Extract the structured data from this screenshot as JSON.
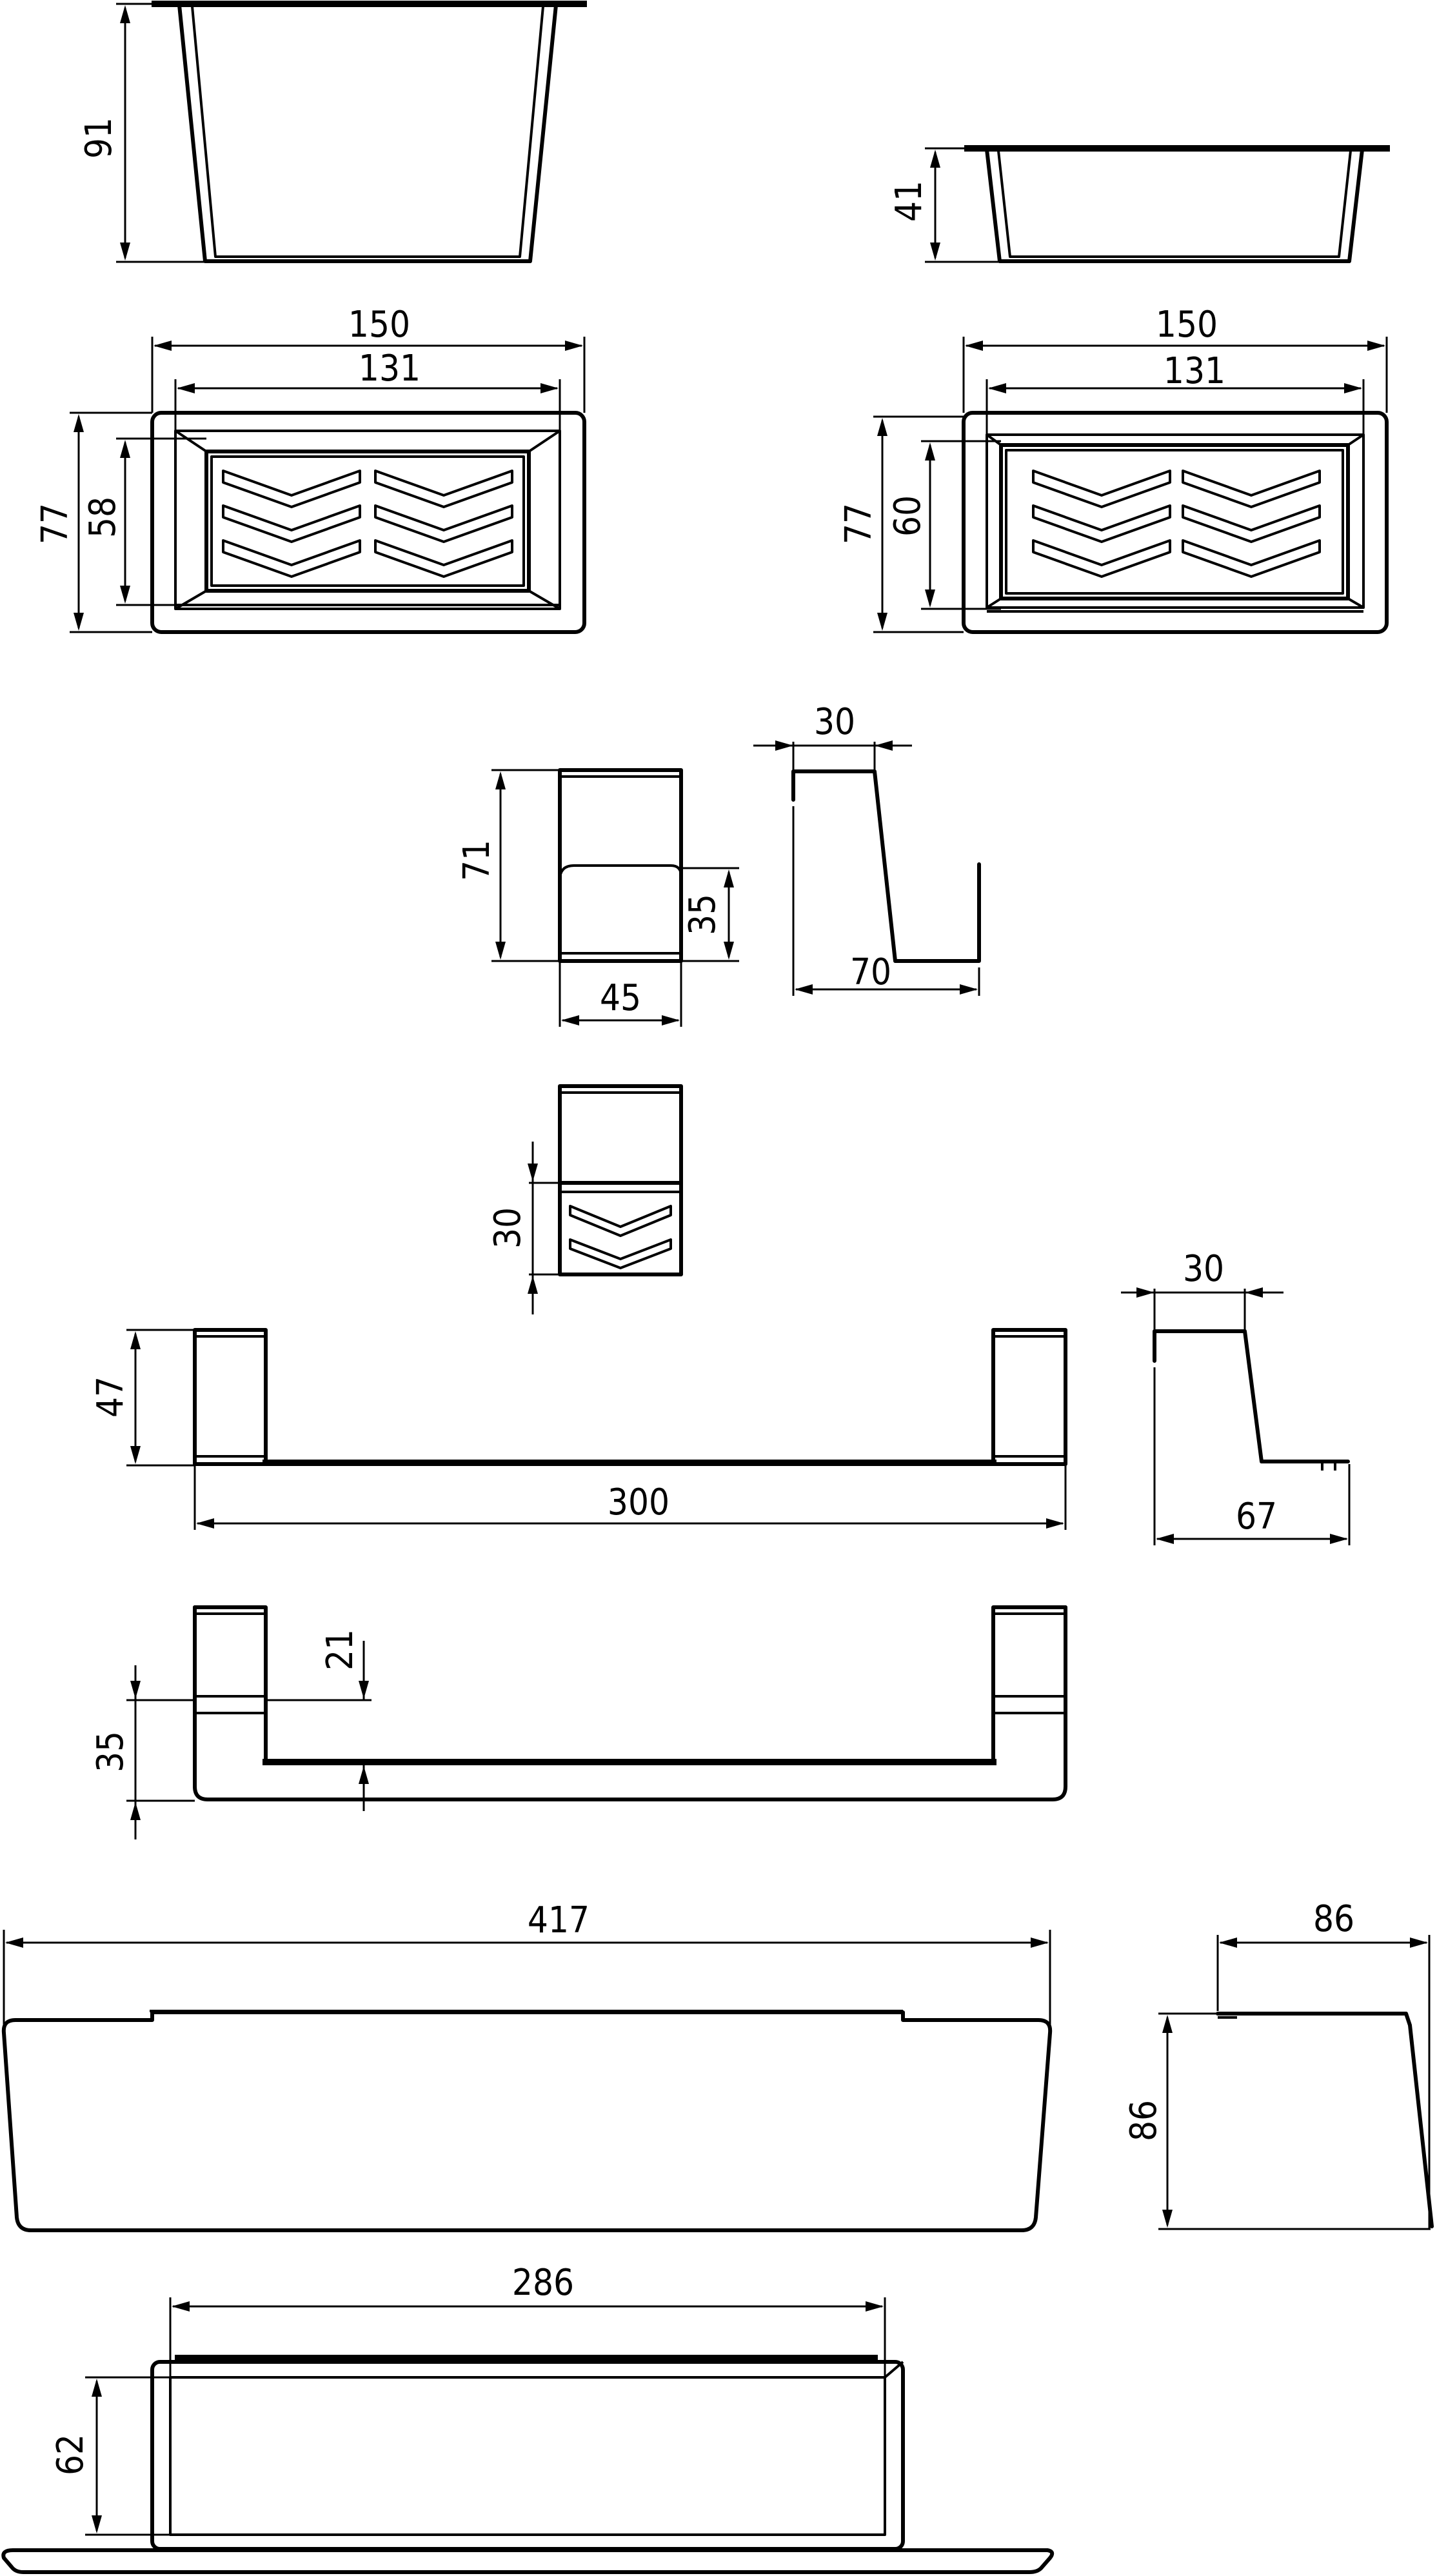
{
  "dimensions": {
    "d91": "91",
    "d41": "41",
    "d150a": "150",
    "d131a": "131",
    "d77a": "77",
    "d58": "58",
    "d150b": "150",
    "d131b": "131",
    "d77b": "77",
    "d60": "60",
    "d30a": "30",
    "d71": "71",
    "d35a": "35",
    "d45": "45",
    "d70": "70",
    "d30b": "30",
    "d47": "47",
    "d300": "300",
    "d30c": "30",
    "d67": "67",
    "d21": "21",
    "d35b": "35",
    "d417": "417",
    "d86a": "86",
    "d86b": "86",
    "d286": "286",
    "d62": "62"
  }
}
